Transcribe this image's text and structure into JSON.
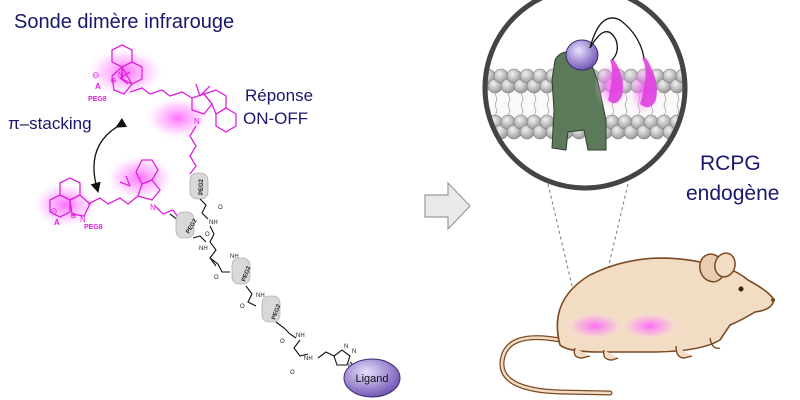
{
  "title": "Sonde dimère infrarouge",
  "pi_stacking": "π–stacking",
  "response_line1": "Réponse",
  "response_line2": "ON-OFF",
  "receptor_line1": "RCPG",
  "receptor_line2": "endogène",
  "ligand": "Ligand",
  "peg2": "PEG2",
  "peg8": "PEG8",
  "counterion": "A",
  "minus": "⊖",
  "plus": "⊕",
  "nitrogen": "N",
  "nh": "NH",
  "oxygen": "O",
  "triazole_n": "N",
  "colors": {
    "title": "#17176e",
    "dye": "#e020e0",
    "glow": "#ff66ff",
    "ligand": "#7f68b8",
    "receptor": "#5c7a5a",
    "mouse_body": "#f2dcc3",
    "mouse_outline": "#7a4a22",
    "membrane": "#c8c8c8",
    "arrow": "#e6e6e6"
  }
}
